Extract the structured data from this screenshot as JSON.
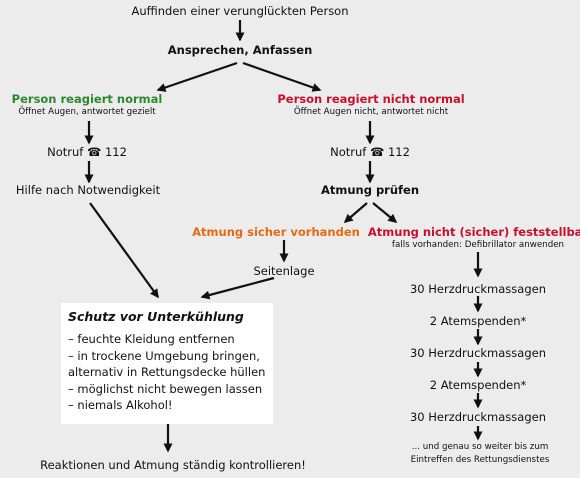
{
  "nodes": {
    "start": "Auffinden einer verunglückten Person",
    "contact": "Ansprechen, Anfassen",
    "normal": {
      "title": "Person reagiert normal",
      "sub": "Öffnet Augen, antwortet gezielt",
      "call": "Notruf ☎ 112",
      "help": "Hilfe nach Notwendigkeit"
    },
    "abnormal": {
      "title": "Person reagiert nicht normal",
      "sub": "Öffnet Augen nicht, antwortet nicht",
      "call": "Notruf ☎ 112",
      "check": "Atmung prüfen"
    },
    "breathing_ok": {
      "title": "Atmung sicher vorhanden",
      "action": "Seitenlage"
    },
    "breathing_none": {
      "title": "Atmung nicht (sicher) feststellbar",
      "sub": "falls vorhanden: Defibrillator anwenden",
      "compressions": "30 Herzdruckmassagen",
      "breaths": "2 Atemspenden*",
      "tail_1": "... und genau so weiter bis zum",
      "tail_2": "Eintreffen des Rettungsdienstes"
    },
    "protect": {
      "title": "Schutz vor Unterkühlung",
      "items": [
        "– feuchte Kleidung entfernen",
        "– in trockene Umgebung bringen,",
        "alternativ in Rettungsdecke hüllen",
        "– möglichst nicht bewegen lassen",
        "– niemals Alkohol!"
      ]
    },
    "final": "Reaktionen und Atmung ständig kontrollieren!"
  },
  "colors": {
    "background": "#ececec",
    "box": "#ffffff",
    "arrow": "#111111",
    "normal": "#2a8a2a",
    "not_normal": "#c8102e",
    "breathing_ok": "#e36a10"
  }
}
